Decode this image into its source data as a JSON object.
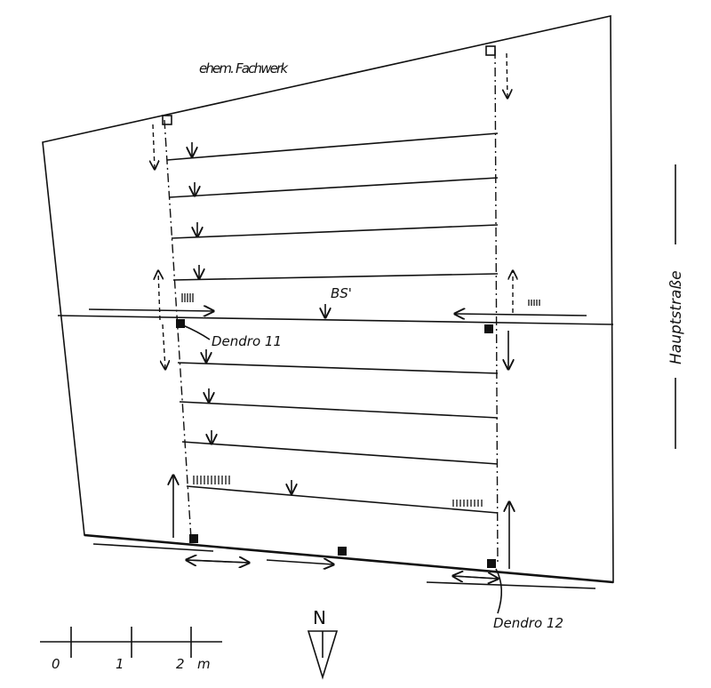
{
  "labels": {
    "former_frame": "ehem. Fachwerk",
    "section": "BS'",
    "dendro_11": "Dendro 11",
    "dendro_12": "Dendro 12",
    "street": "Hauptstraße",
    "north": "N"
  },
  "scale": {
    "ticks": [
      "0",
      "1",
      "2"
    ],
    "unit": "m"
  }
}
